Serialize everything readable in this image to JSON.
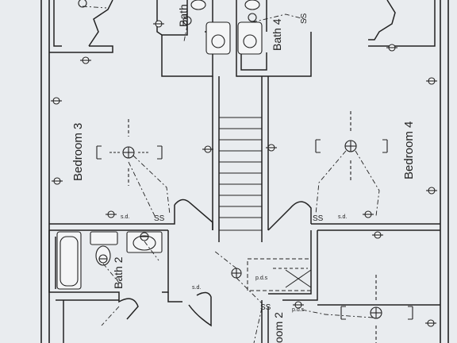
{
  "rooms": {
    "bedroom3": "Bedroom 3",
    "bedroom4": "Bedroom 4",
    "bath2": "Bath 2",
    "bath4": "Bath 4",
    "bath_top": "Bath",
    "bottom_room": "oom 2"
  },
  "symbols": {
    "smoke_detector": "s.d.",
    "switch_pair": "SS",
    "pds": "p.d.s",
    "pds_bottom": "p.d.s"
  },
  "colors": {
    "paper": "#e9ecef",
    "wall": "#222222",
    "wall_fill": "#f4f5f6"
  }
}
